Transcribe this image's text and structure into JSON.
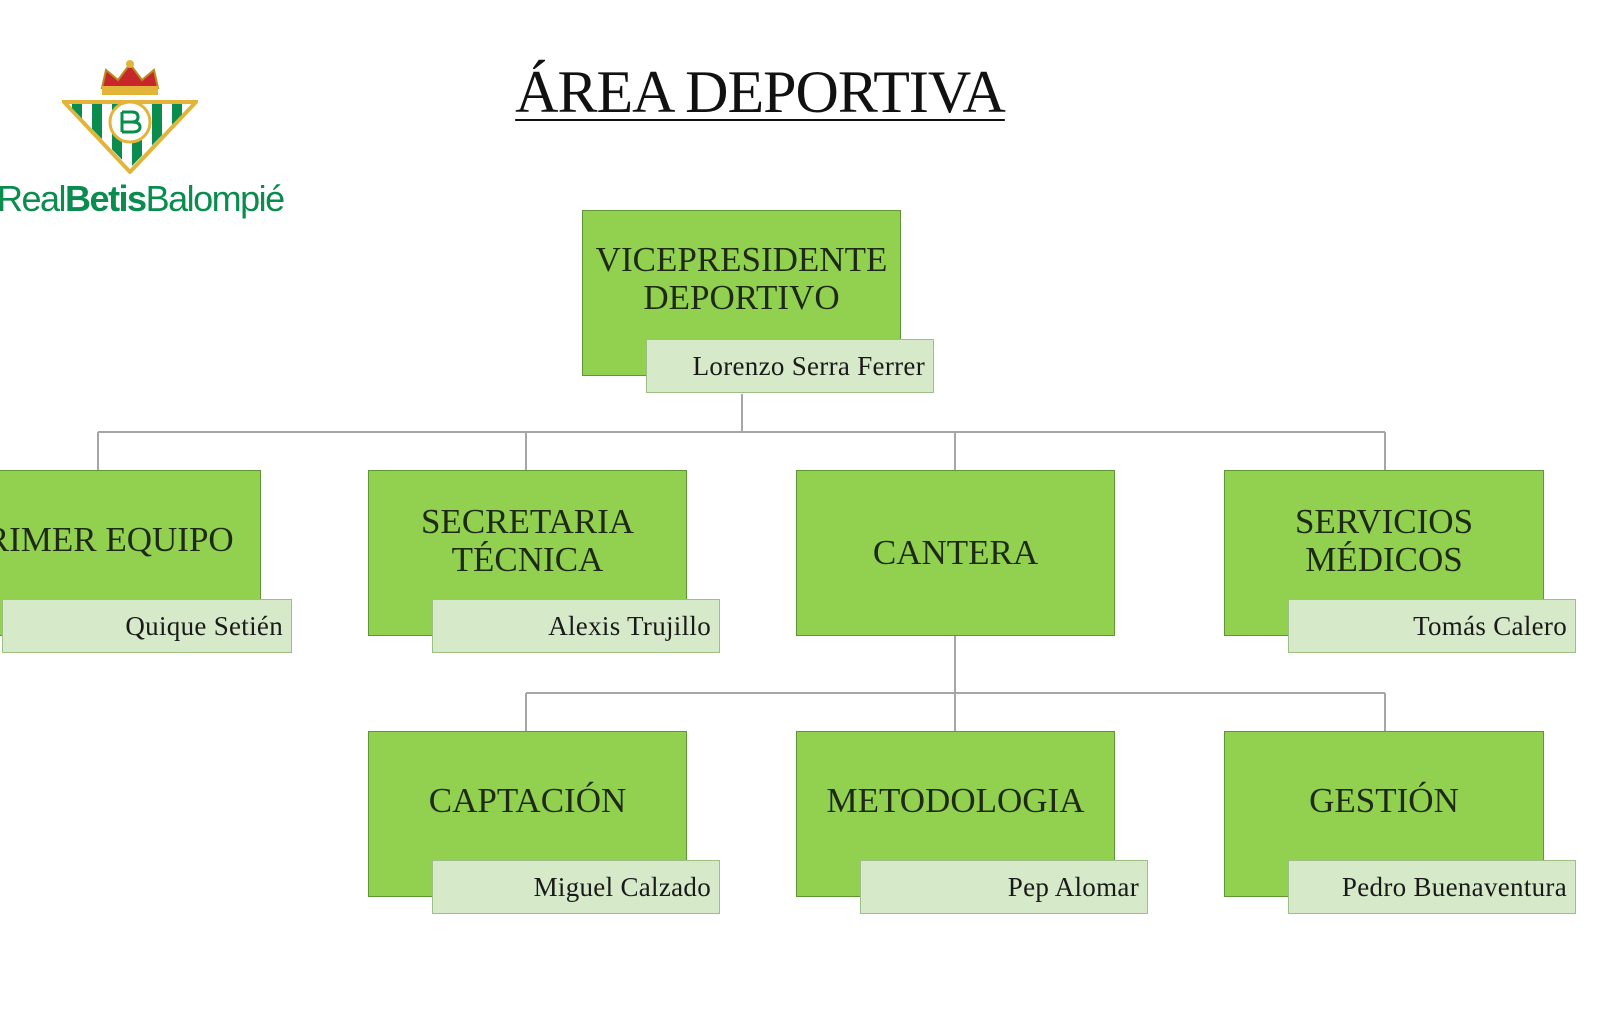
{
  "title": "ÁREA DEPORTIVA",
  "logo": {
    "text_real": "Real",
    "text_betis": "Betis",
    "text_balompie": "Balompié",
    "colors": {
      "green": "#0a8c4e",
      "gold": "#e2b53a",
      "red": "#c8262b"
    }
  },
  "colors": {
    "box_fill": "#92d050",
    "tag_fill": "#d6e9c9",
    "connector": "#a6a6a6"
  },
  "org": {
    "root": {
      "title": "VICEPRESIDENTE\nDEPORTIVO",
      "person": "Lorenzo  Serra  Ferrer"
    },
    "level1": [
      {
        "title": "PRIMER EQUIPO",
        "person": "Quique Setién"
      },
      {
        "title": "SECRETARIA\nTÉCNICA",
        "person": "Alexis  Trujillo"
      },
      {
        "title": "CANTERA",
        "person": ""
      },
      {
        "title": "SERVICIOS\nMÉDICOS",
        "person": "Tomás  Calero"
      }
    ],
    "level2": [
      {
        "title": "CAPTACIÓN",
        "person": "Miguel  Calzado"
      },
      {
        "title": "METODOLOGIA",
        "person": "Pep  Alomar"
      },
      {
        "title": "GESTIÓN",
        "person": "Pedro  Buenaventura"
      }
    ]
  }
}
